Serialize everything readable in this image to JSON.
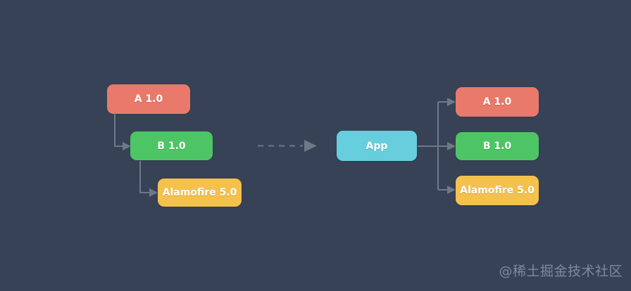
{
  "diagram": {
    "background_color": "#374257",
    "connector_color": "#6e7987",
    "left_tree": {
      "nodes": [
        {
          "label": "A 1.0",
          "color": "#e8796b"
        },
        {
          "label": "B 1.0",
          "color": "#4ec564"
        },
        {
          "label": "Alamofire 5.0",
          "color": "#f5c14d"
        }
      ]
    },
    "app_node": {
      "label": "App",
      "color": "#66cedd"
    },
    "right_group": {
      "nodes": [
        {
          "label": "A 1.0",
          "color": "#e8796b"
        },
        {
          "label": "B 1.0",
          "color": "#4ec564"
        },
        {
          "label": "Alamofire 5.0",
          "color": "#f5c14d"
        }
      ]
    },
    "text_color": "#ffffff"
  },
  "watermark": {
    "text": "@稀土掘金技术社区"
  }
}
